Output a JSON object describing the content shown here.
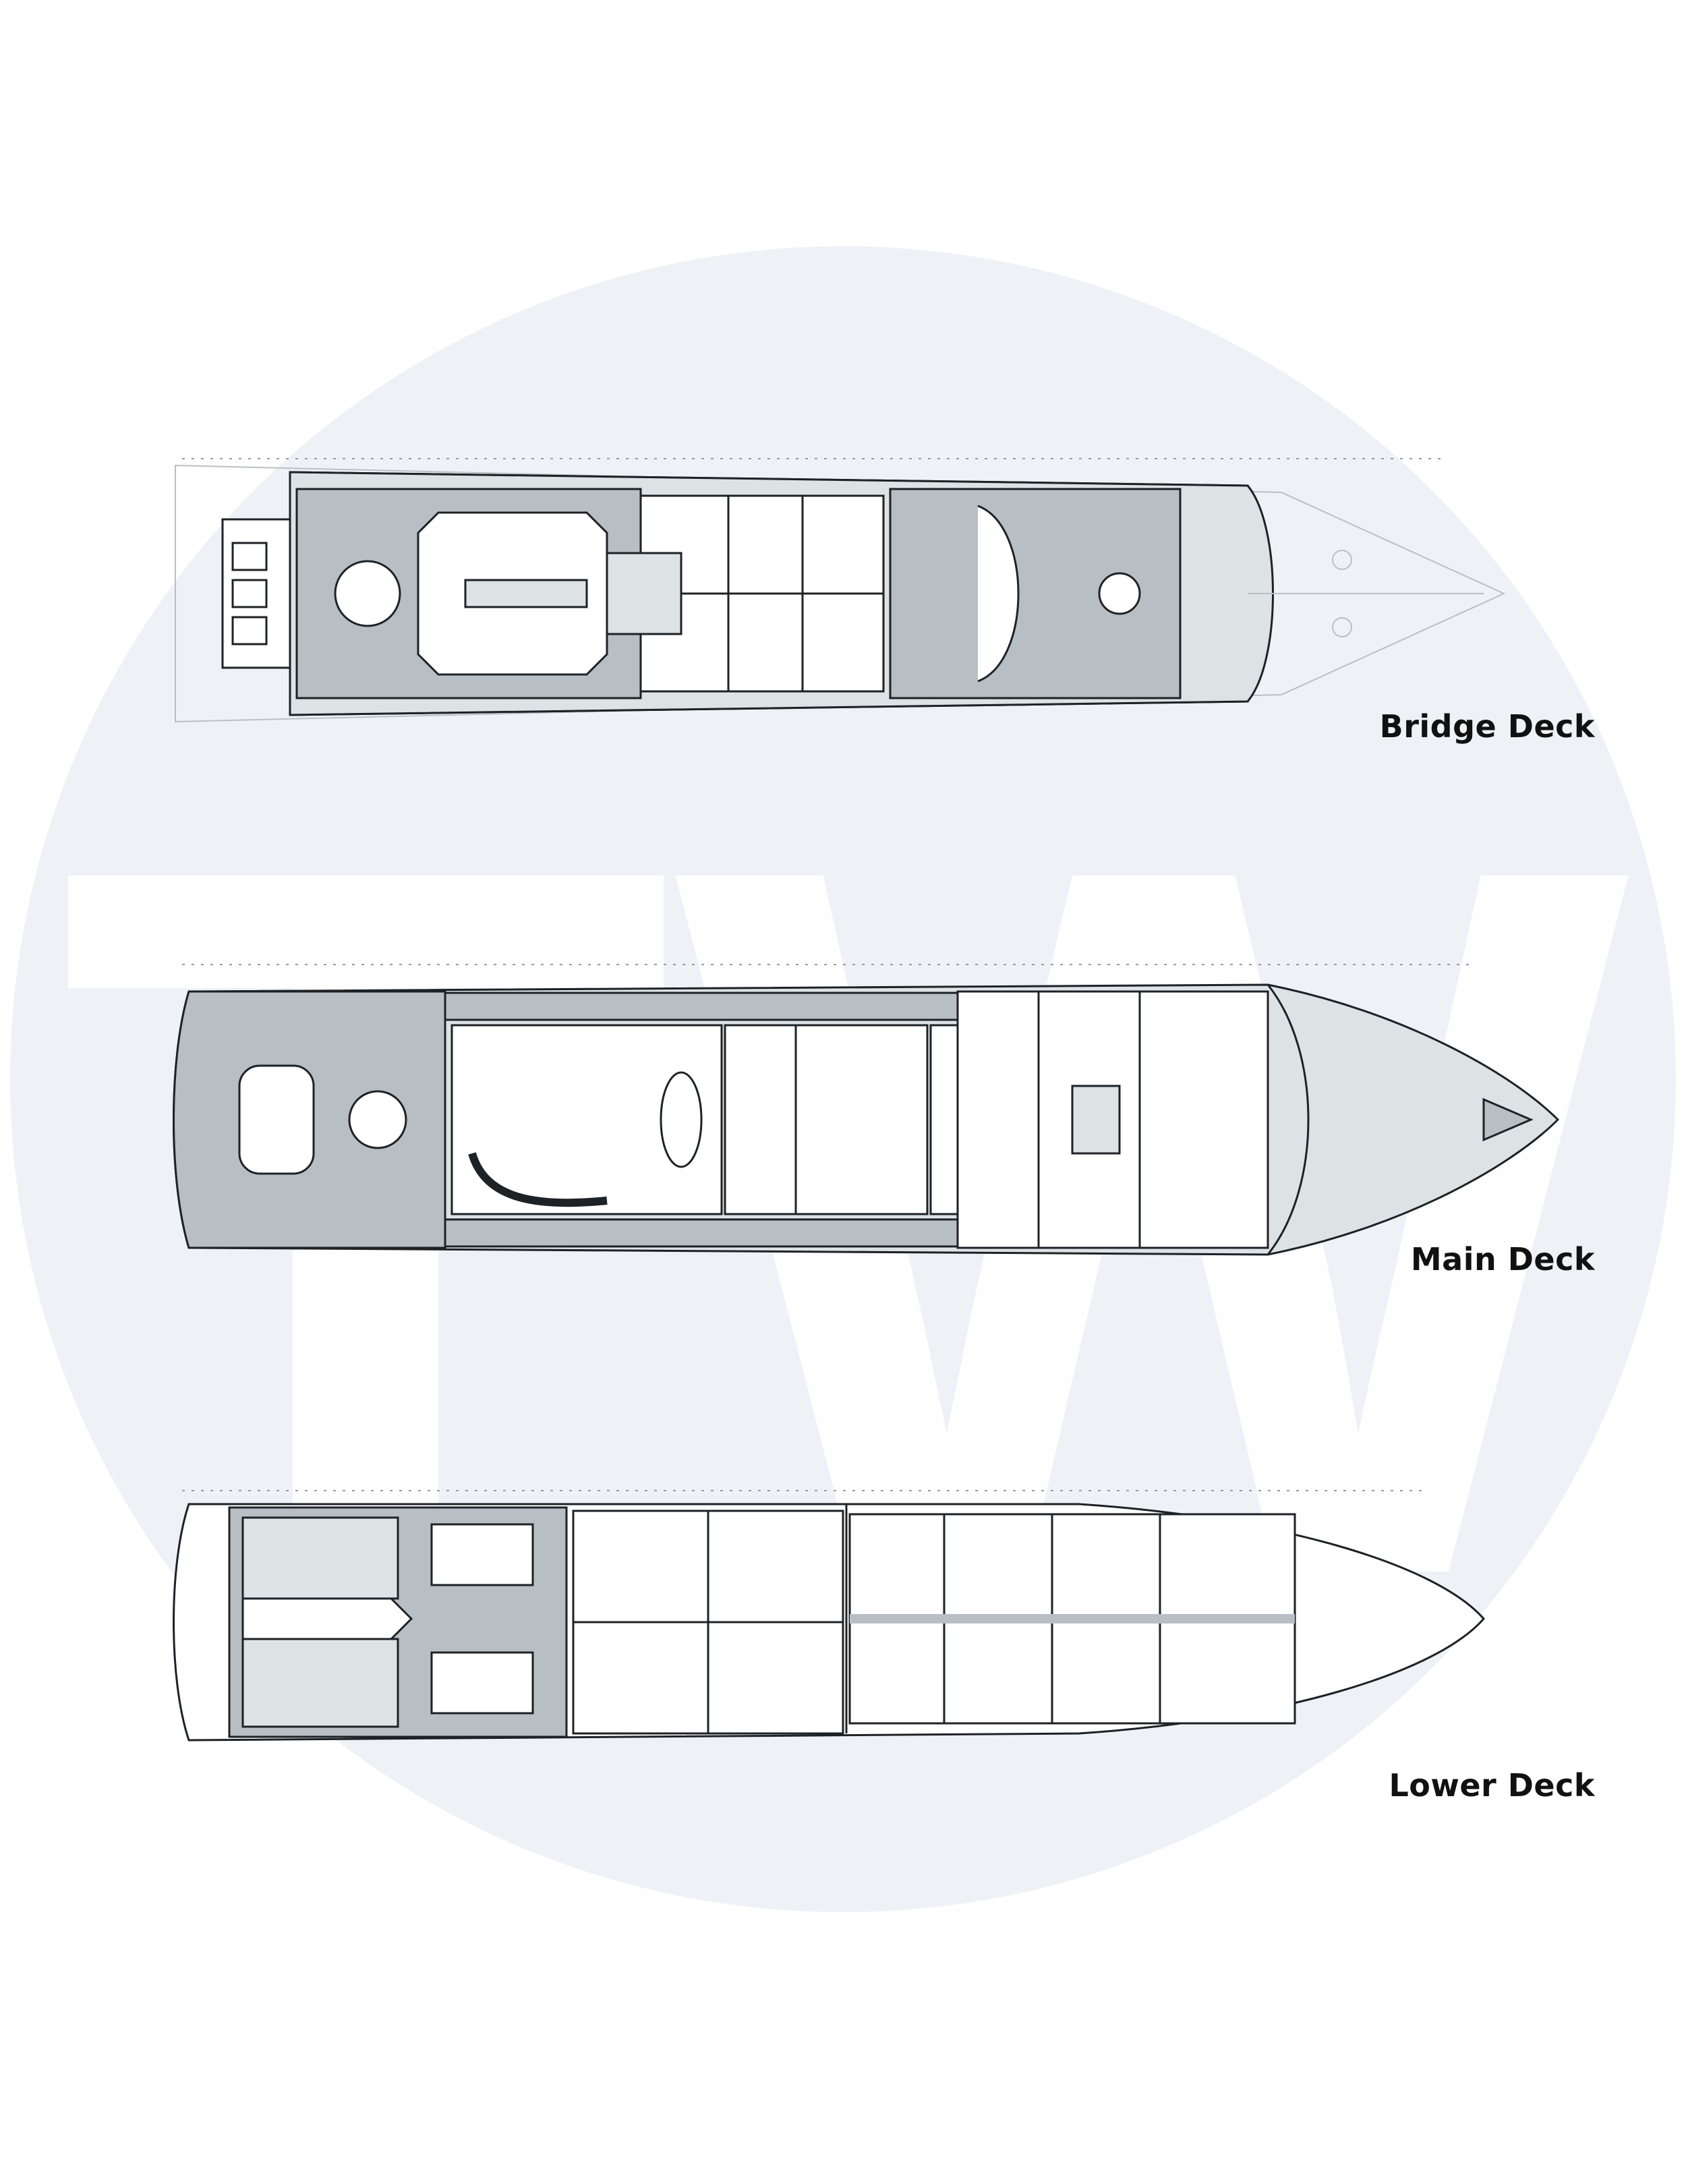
{
  "colors": {
    "circle": "#eef2f6",
    "watermark": "#ffffff",
    "line": "#1d2226",
    "fill_gray": "#b8bfc4",
    "fill_light": "#dde2e5",
    "label": "#111111"
  },
  "watermark_text": "TW",
  "decks": [
    {
      "label": "Bridge Deck"
    },
    {
      "label": "Main Deck"
    },
    {
      "label": "Lower Deck"
    }
  ]
}
